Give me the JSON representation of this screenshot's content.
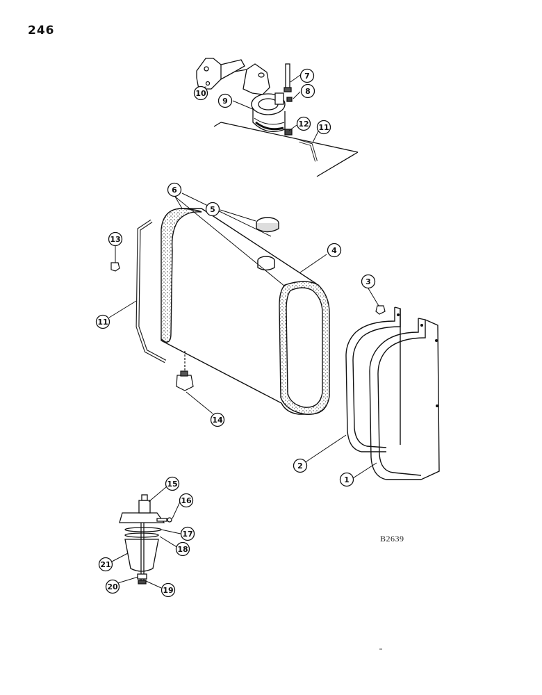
{
  "page_number": "246",
  "figure_code": "B2639",
  "callouts": [
    {
      "id": "c1",
      "label": "1"
    },
    {
      "id": "c2",
      "label": "2"
    },
    {
      "id": "c3",
      "label": "3"
    },
    {
      "id": "c4",
      "label": "4"
    },
    {
      "id": "c5",
      "label": "5"
    },
    {
      "id": "c6",
      "label": "6"
    },
    {
      "id": "c7",
      "label": "7"
    },
    {
      "id": "c8",
      "label": "8"
    },
    {
      "id": "c9",
      "label": "9"
    },
    {
      "id": "c10",
      "label": "10"
    },
    {
      "id": "c11a",
      "label": "11"
    },
    {
      "id": "c11b",
      "label": "11"
    },
    {
      "id": "c12",
      "label": "12"
    },
    {
      "id": "c13",
      "label": "13"
    },
    {
      "id": "c14",
      "label": "14"
    },
    {
      "id": "c15",
      "label": "15"
    },
    {
      "id": "c16",
      "label": "16"
    },
    {
      "id": "c17",
      "label": "17"
    },
    {
      "id": "c18",
      "label": "18"
    },
    {
      "id": "c19",
      "label": "19"
    },
    {
      "id": "c20",
      "label": "20"
    },
    {
      "id": "c21",
      "label": "21"
    }
  ]
}
